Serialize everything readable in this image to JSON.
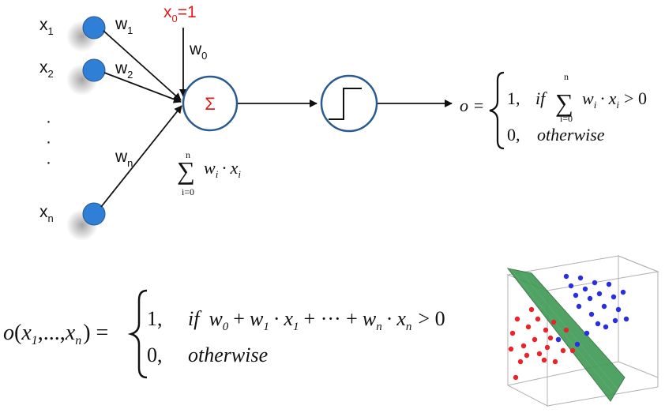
{
  "inputs": [
    {
      "base": "x",
      "sub": "1"
    },
    {
      "base": "x",
      "sub": "2"
    },
    {
      "base": "x",
      "sub": "n"
    }
  ],
  "weights": [
    {
      "base": "w",
      "sub": "1"
    },
    {
      "base": "w",
      "sub": "2"
    },
    {
      "base": "w",
      "sub": "n"
    }
  ],
  "bias": {
    "input_base": "x",
    "input_sub": "0",
    "input_value": "=1",
    "weight_base": "w",
    "weight_sub": "0"
  },
  "ellipsis": "·",
  "sum_node": {
    "symbol": "Σ"
  },
  "sum_label": {
    "sigma": "∑",
    "upper": "n",
    "lower": "i=0",
    "term_w": "w",
    "term_w_sub": "i",
    "dot": "·",
    "term_x": "x",
    "term_x_sub": "i"
  },
  "output_rule": {
    "lhs": "o =",
    "case1_value": "1,",
    "case1_if": "if",
    "case1_sigma": "∑",
    "case1_upper": "n",
    "case1_lower": "i=0",
    "case1_w": "w",
    "case1_w_sub": "i",
    "case1_dot": "·",
    "case1_x": "x",
    "case1_x_sub": "i",
    "case1_cmp": "> 0",
    "case2_value": "0,",
    "case2_text": "otherwise"
  },
  "full_rule": {
    "lhs_o": "o",
    "lhs_open": "(",
    "lhs_x1": "x",
    "lhs_x1_sub": "1",
    "lhs_mid": ",...,",
    "lhs_xn": "x",
    "lhs_xn_sub": "n",
    "lhs_close": ") =",
    "case1_value": "1,",
    "case1_if": "if",
    "t_w0": "w",
    "t_w0_sub": "0",
    "plus1": "+",
    "t_w1": "w",
    "t_w1_sub": "1",
    "dot1": "·",
    "t_x1": "x",
    "t_x1_sub": "1",
    "plus2": "+ ··· +",
    "t_wn": "w",
    "t_wn_sub": "n",
    "dot2": "·",
    "t_xn": "x",
    "t_xn_sub": "n",
    "cmp": "> 0",
    "case2_value": "0,",
    "case2_text": "otherwise"
  },
  "colors": {
    "node_fill": "#2f7fd6",
    "node_stroke": "#2a5a8f",
    "bias_red": "#e31a1a",
    "plane": "#3f9a55",
    "class_a": "#e8242a",
    "class_b": "#2a2ee0"
  },
  "scatter": {
    "class_a": [
      [
        16,
        104
      ],
      [
        22,
        86
      ],
      [
        30,
        120
      ],
      [
        36,
        96
      ],
      [
        40,
        74
      ],
      [
        44,
        112
      ],
      [
        50,
        130
      ],
      [
        26,
        140
      ],
      [
        58,
        100
      ],
      [
        60,
        122
      ],
      [
        68,
        90
      ],
      [
        70,
        140
      ],
      [
        74,
        112
      ],
      [
        80,
        126
      ],
      [
        84,
        100
      ],
      [
        14,
        124
      ],
      [
        34,
        132
      ],
      [
        48,
        86
      ],
      [
        56,
        138
      ],
      [
        64,
        110
      ],
      [
        92,
        126
      ],
      [
        20,
        160
      ]
    ],
    "class_b": [
      [
        84,
        32
      ],
      [
        90,
        44
      ],
      [
        96,
        56
      ],
      [
        102,
        34
      ],
      [
        108,
        48
      ],
      [
        114,
        60
      ],
      [
        120,
        40
      ],
      [
        126,
        54
      ],
      [
        132,
        70
      ],
      [
        138,
        42
      ],
      [
        144,
        58
      ],
      [
        150,
        74
      ],
      [
        116,
        80
      ],
      [
        124,
        92
      ],
      [
        134,
        96
      ],
      [
        146,
        88
      ],
      [
        110,
        104
      ],
      [
        100,
        70
      ],
      [
        156,
        52
      ],
      [
        160,
        86
      ],
      [
        74,
        112
      ],
      [
        98,
        118
      ]
    ]
  }
}
